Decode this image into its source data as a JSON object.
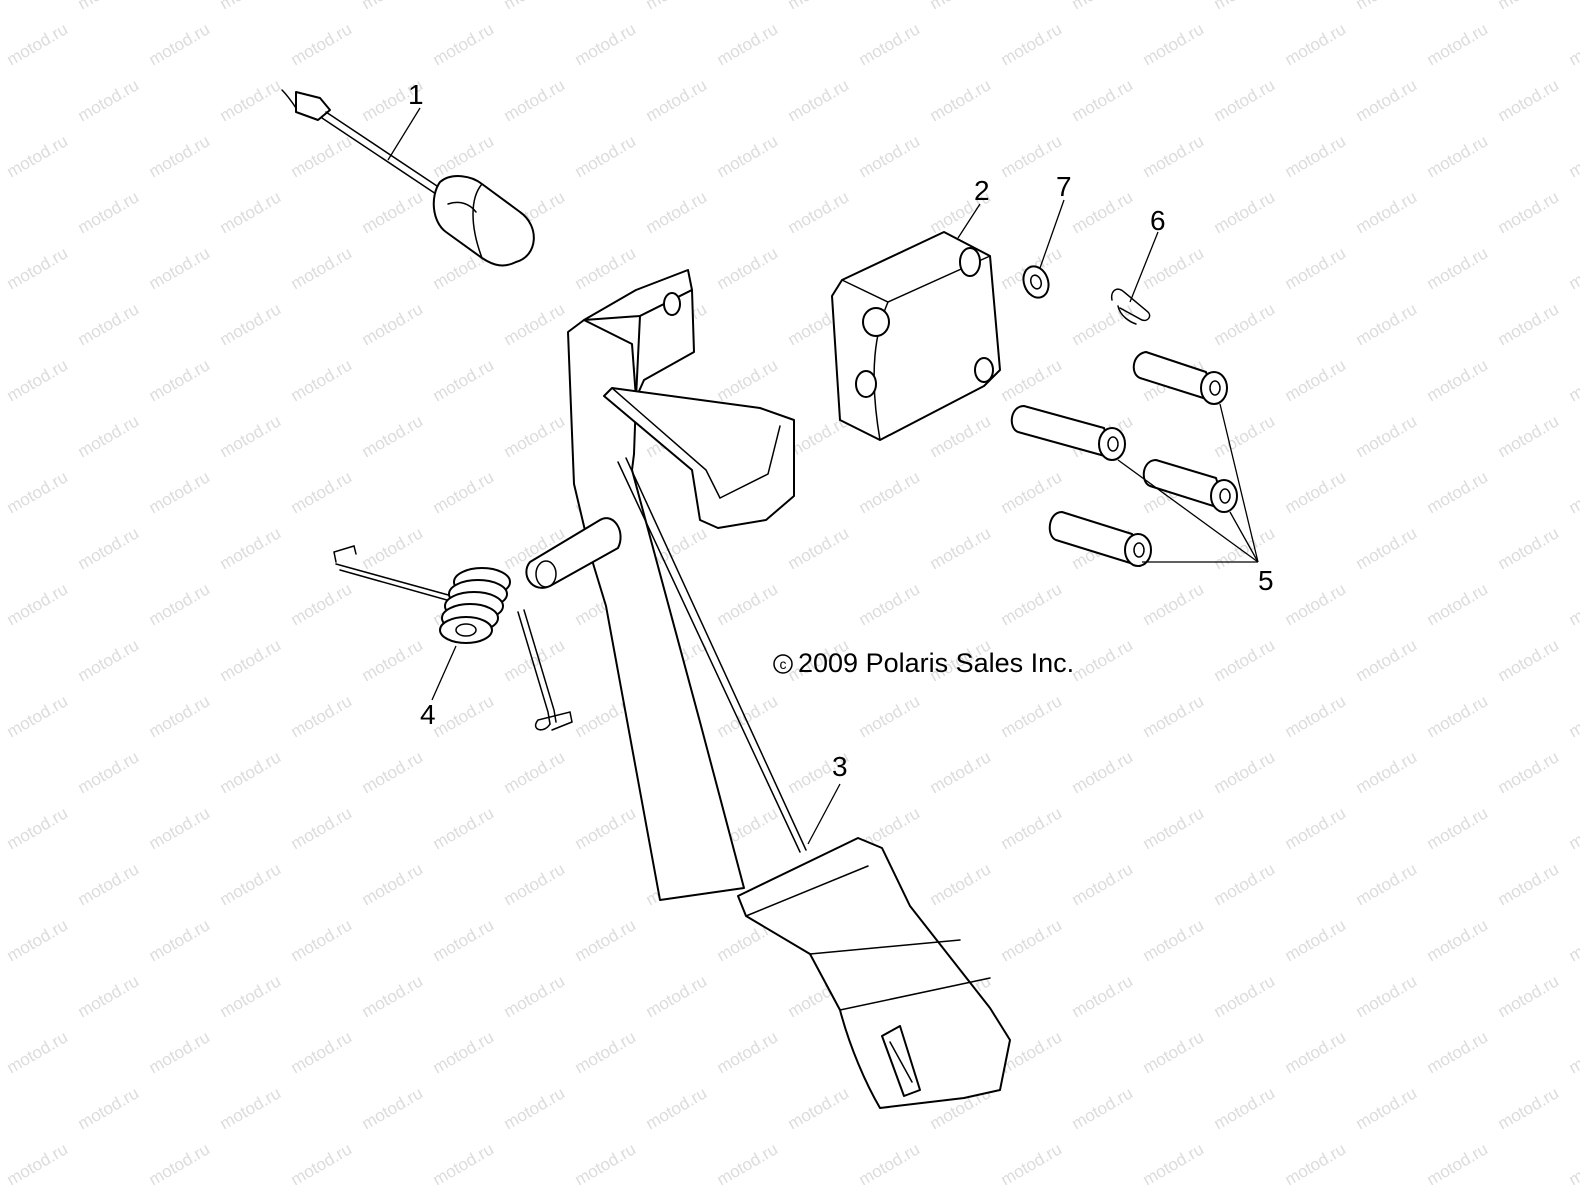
{
  "watermark": "motod.ru",
  "copyright": {
    "symbol": "c",
    "text": "2009 Polaris Sales Inc."
  },
  "callouts": [
    "1",
    "2",
    "3",
    "4",
    "5",
    "6",
    "7"
  ],
  "colors": {
    "line": "#000000",
    "background": "#ffffff",
    "watermark": "#dcdcdc"
  }
}
